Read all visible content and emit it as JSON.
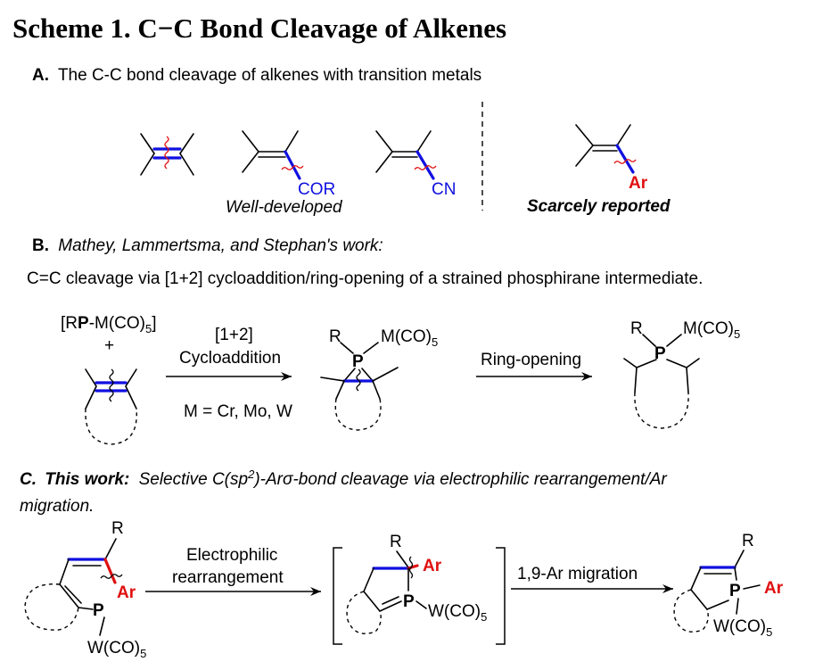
{
  "title": "Scheme 1. C−C Bond Cleavage of Alkenes",
  "panel_a": {
    "letter": "A.",
    "heading": "The C-C bond cleavage of alkenes with transition metals",
    "label_cor": "COR",
    "label_cn": "CN",
    "label_ar": "Ar",
    "caption_left": "Well-developed",
    "caption_right": "Scarcely reported"
  },
  "panel_b": {
    "letter": "B.",
    "heading": "Mathey, Lammertsma, and Stephan's work:",
    "description": "C=C cleavage via [1+2] cycloaddition/ring-opening of a strained phosphirane intermediate.",
    "reagent_prefix": "[R",
    "reagent_p": "P",
    "reagent_suffix": "-M(CO)",
    "reagent_sub": "5",
    "reagent_end": "]",
    "plus": "+",
    "arrow1_line1": "[1+2]",
    "arrow1_line2": "Cycloaddition",
    "arrow1_below": "M = Cr, Mo, W",
    "arrow2_label": "Ring-opening",
    "sub_r": "R",
    "atom_p": "P",
    "sub_m": "M(CO)",
    "sub_m_index": "5"
  },
  "panel_c": {
    "letter": "C.",
    "heading_bold": "This work:",
    "heading_line1_a": "Selective C(sp",
    "heading_sup": "2",
    "heading_line1_b": ")-Ar",
    "heading_sigma": "σ",
    "heading_line1_c": "-bond cleavage via electrophilic rearrangement/Ar",
    "heading_line2": "migration.",
    "arrow1_line1": "Electrophilic",
    "arrow1_line2": "rearrangement",
    "arrow2_label": "1,9-Ar migration",
    "sub_r": "R",
    "sub_ar": "Ar",
    "atom_p": "P",
    "sub_w": "W(CO)",
    "sub_w_index": "5"
  }
}
